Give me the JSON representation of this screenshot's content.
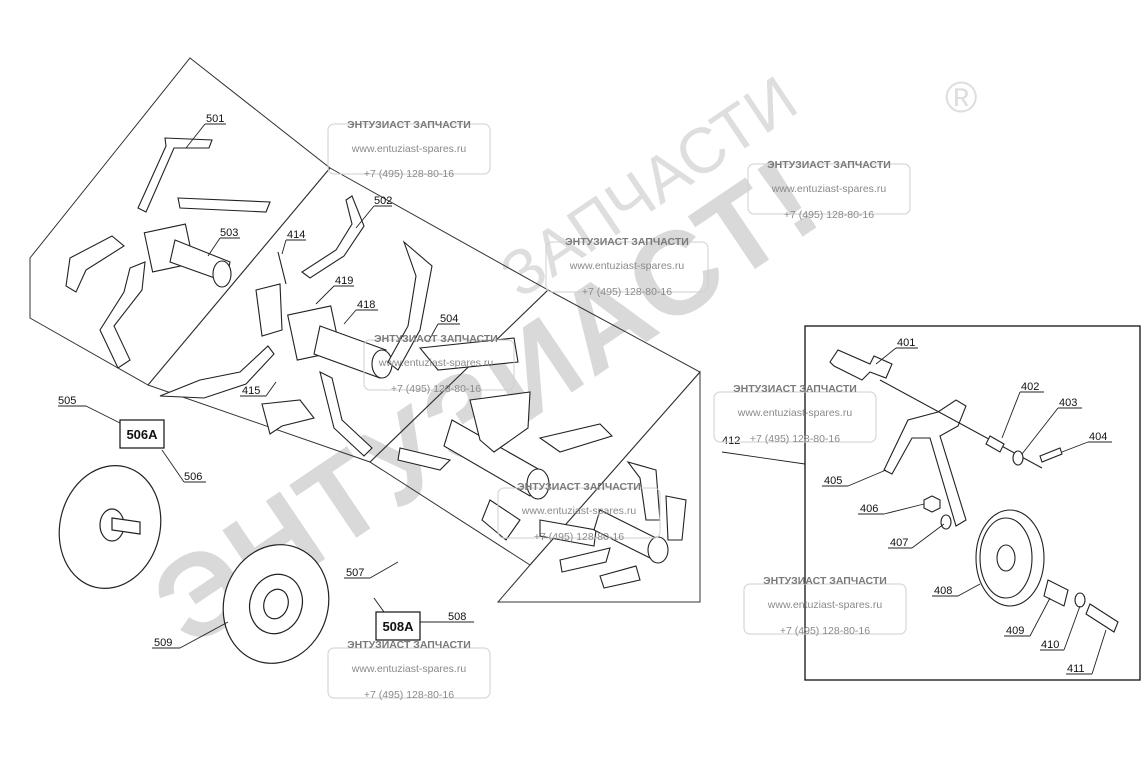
{
  "watermark": {
    "brand": "ЭНТУЗИАСТ!",
    "sub": "ЗАПЧАСТИ",
    "reg": "®"
  },
  "stamp": {
    "title": "ЭНТУЗИАСТ ЗАПЧАСТИ",
    "url": "www.entuziast-spares.ru",
    "phone": "+7 (495) 128-80-16"
  },
  "labels": {
    "p501": "501",
    "p502": "502",
    "p503": "503",
    "p504": "504",
    "p505": "505",
    "p506": "506",
    "p506a": "506A",
    "p507": "507",
    "p508": "508",
    "p508a": "508A",
    "p509": "509",
    "p414": "414",
    "p419": "419",
    "p418": "418",
    "p415": "415",
    "p401": "401",
    "p402": "402",
    "p403": "403",
    "p404": "404",
    "p405": "405",
    "p406": "406",
    "p407": "407",
    "p408": "408",
    "p409": "409",
    "p410": "410",
    "p411": "411",
    "p412": "412"
  }
}
